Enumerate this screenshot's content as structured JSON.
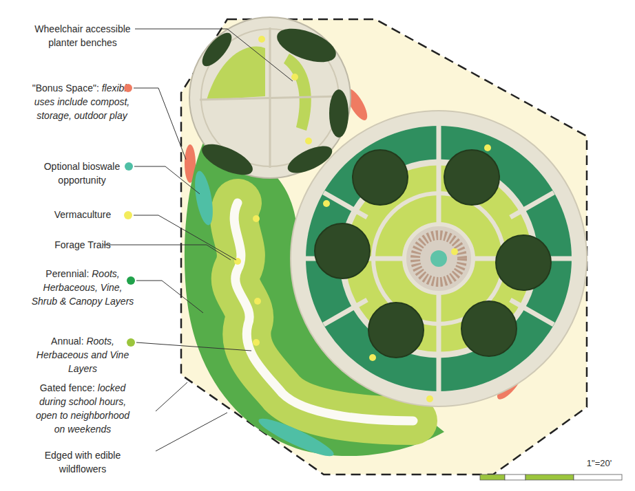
{
  "diagram": {
    "labels": [
      "Wheelchair accessible planter benches",
      "Forage Trails",
      "Gated fence: locked during school hours, open to neighborhood on weekends",
      "Edged with edible wildflowers",
      "1\"=20'"
    ],
    "legend": [
      {
        "text": "\"Bonus Space\": flexible uses include compost, storage, outdoor play",
        "color": "#ef7b62"
      },
      {
        "text": "Optional bioswale opportunity",
        "color": "#4fbfa5"
      },
      {
        "text": "Vermaculture",
        "color": "#f3ec5c"
      },
      {
        "text": "Perennial: Roots, Herbaceous, Vine, Shrub & Canopy Layers",
        "color": "#21a24b"
      },
      {
        "text": "Annual: Roots, Herbaceous and Vine Layers",
        "color": "#9bc53d"
      }
    ]
  }
}
